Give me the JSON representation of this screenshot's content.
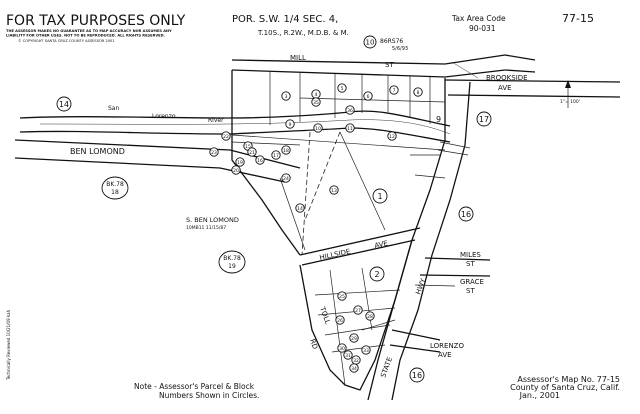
{
  "header": {
    "tax_purposes": "FOR TAX PURPOSES ONLY",
    "disclaimer_1": "THE ASSESSOR MAKES NO GUARANTEE AS TO MAP ACCURACY NOR ASSUMES ANY",
    "disclaimer_2": "LIABILITY FOR OTHER USES.  NOT TO BE REPRODUCED.  ALL RIGHTS RESERVED.",
    "copyright": "© COPYRIGHT SANTA CRUZ COUNTY ASSESSOR 2001",
    "section_line1": "POR. S.W. 1/4 SEC. 4,",
    "section_line2": "T.10S., R.2W., M.D.B. & M.",
    "tax_area_label": "Tax Area Code",
    "tax_area_code": "90-031",
    "map_number": "77-15",
    "ref_circle": "10",
    "ref_code": "86RS76",
    "ref_date": "5/6/93"
  },
  "streets": {
    "mill": "MILL",
    "mill_st": "ST",
    "brookside_1": "BROOKSIDE",
    "brookside_2": "AVE",
    "ben_lomond": "BEN LOMOND",
    "hillside": "HILLSIDE",
    "hillside_ave": "AVE",
    "miles_1": "MILES",
    "miles_2": "ST",
    "grace_1": "GRACE",
    "grace_2": "ST",
    "toll": "TOLL",
    "toll_rd": "RD",
    "state": "STATE",
    "hwy": "HWY",
    "lorenzo_1": "LORENZO",
    "lorenzo_2": "AVE",
    "river_1": "San",
    "river_2": "Lorenzo",
    "river_3": "River"
  },
  "blocks": {
    "b1": "BK.78",
    "b1_sub": "18",
    "b2": "BK.78",
    "b2_sub": "19",
    "s_ben_lomond": "S. BEN LOMOND",
    "s_ben_lomond_ref": "10MB11  11/15/87"
  },
  "adjacent_maps": [
    "14",
    "17",
    "16",
    "16",
    "9"
  ],
  "scale": "1\"= 100'",
  "note_line1": "Note - Assessor's Parcel & Block",
  "note_line2": "Numbers Shown in Circles.",
  "footer": {
    "line1": "Assessor's Map No. 77-15",
    "line2": "County of Santa Cruz, Calif.",
    "line3": "Jan., 2001"
  },
  "side_text": "Technically Reviewed 10/21/09 kah",
  "parcel_numbers": [
    "1",
    "2",
    "3",
    "4",
    "5",
    "6",
    "7",
    "8",
    "9",
    "10",
    "11",
    "12",
    "13",
    "14",
    "15",
    "16",
    "17",
    "18",
    "19",
    "20",
    "21",
    "22",
    "23",
    "24",
    "25",
    "26",
    "27",
    "28",
    "29",
    "30",
    "31",
    "32",
    "33",
    "34",
    "35",
    "36"
  ]
}
